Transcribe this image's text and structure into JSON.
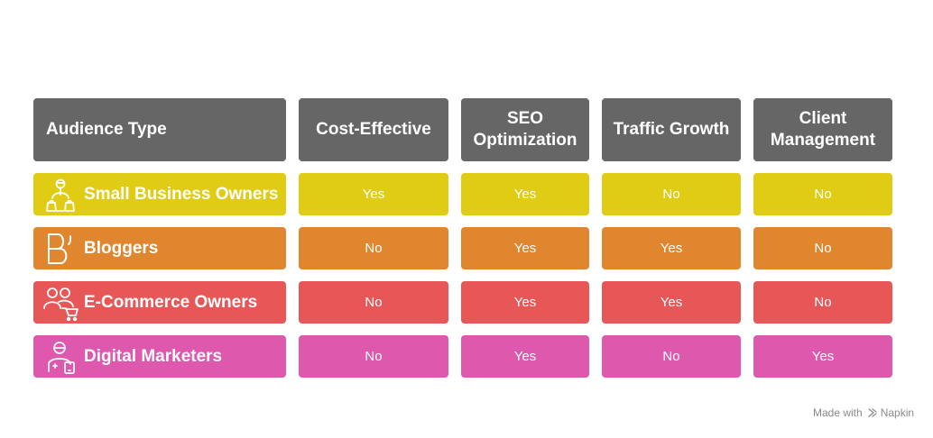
{
  "headers": [
    "Audience Type",
    "Cost-Effective",
    "SEO\nOptimization",
    "Traffic Growth",
    "Client\nManagement"
  ],
  "rows": [
    {
      "label": "Small Business Owners",
      "icon": "small-business-owners-icon",
      "color": "#E0CC14",
      "values": [
        "Yes",
        "Yes",
        "No",
        "No"
      ]
    },
    {
      "label": "Bloggers",
      "icon": "blogger-icon",
      "color": "#E0862F",
      "values": [
        "No",
        "Yes",
        "Yes",
        "No"
      ]
    },
    {
      "label": "E-Commerce Owners",
      "icon": "ecommerce-owners-icon",
      "color": "#E75757",
      "values": [
        "No",
        "Yes",
        "Yes",
        "No"
      ]
    },
    {
      "label": "Digital Marketers",
      "icon": "digital-marketer-icon",
      "color": "#DE58AE",
      "values": [
        "No",
        "Yes",
        "No",
        "Yes"
      ]
    }
  ],
  "header_color": "#666666",
  "footer": {
    "made_with": "Made with",
    "brand": "Napkin",
    "icon": "napkin-logo-icon"
  }
}
